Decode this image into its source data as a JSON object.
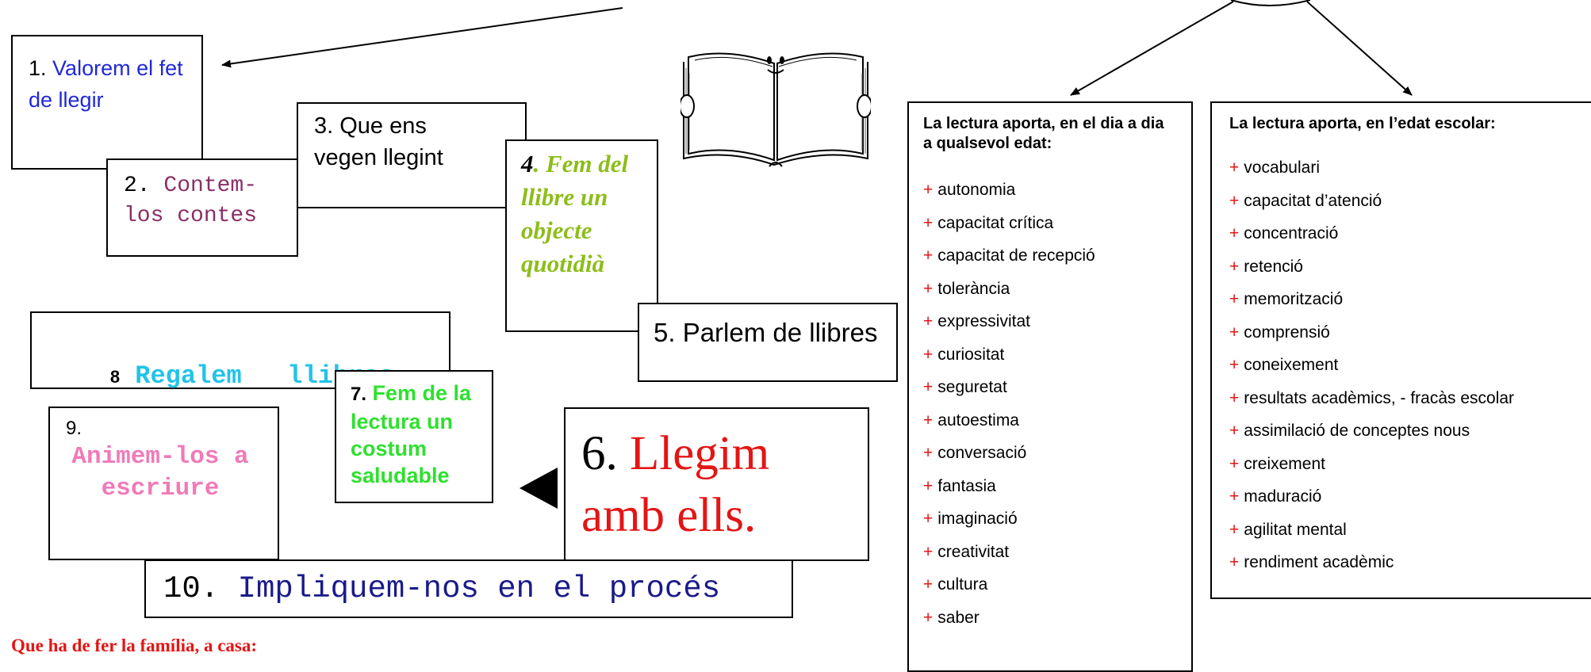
{
  "steps": {
    "s1": {
      "num": "1.",
      "text": "Valorem el fet de llegir"
    },
    "s2": {
      "num": "2.",
      "text": "Contem-los contes"
    },
    "s3": {
      "text": "3. Que ens vegen llegint"
    },
    "s4": {
      "num": "4",
      "text": ". Fem del llibre un objecte quotidià"
    },
    "s5": {
      "text": "5. Parlem de llibres"
    },
    "s6": {
      "num": "6.",
      "text": "Llegim amb ells."
    },
    "s7": {
      "num": "7.",
      "text": "Fem de la lectura un costum saludable"
    },
    "s8": {
      "num": "8",
      "text": "Regalem   llibres"
    },
    "s9": {
      "num": "9.",
      "text": "Animem-los a escriure"
    },
    "s10": {
      "num": "10.",
      "text": "Impliquem-nos en el procés"
    }
  },
  "daily": {
    "title": "La lectura aporta, en el dia a dia a qualsevol edat:",
    "items": [
      "autonomia",
      "capacitat crítica",
      "capacitat de recepció",
      "tolerància",
      "expressivitat",
      "curiositat",
      "seguretat",
      "autoestima",
      "conversació",
      "fantasia",
      "imaginació",
      "creativitat",
      "cultura",
      "saber"
    ]
  },
  "school": {
    "title": "La lectura aporta, en l’edat escolar:",
    "items": [
      "vocabulari",
      "capacitat d’atenció",
      "concentració",
      "retenció",
      "memorització",
      "comprensió",
      "coneixement",
      "resultats acadèmics, - fracàs escolar",
      "assimilació de conceptes nous",
      "creixement",
      "maduració",
      "agilitat mental",
      "rendiment acadèmic"
    ]
  },
  "bullet": "+",
  "footer": "Que ha de fer la família, a casa:",
  "colors": {
    "s1": "#1f28d9",
    "s2": "#8a2f66",
    "s4": "#8dbd1a",
    "s6": "#e41515",
    "s7": "#2fe02f",
    "s8": "#22c3e8",
    "s9": "#f07ab8",
    "s10": "#1a1a8a",
    "plus": "#e41515"
  },
  "icons": {
    "book": "open-book-illustration",
    "arrow": "black-triangle-left"
  }
}
